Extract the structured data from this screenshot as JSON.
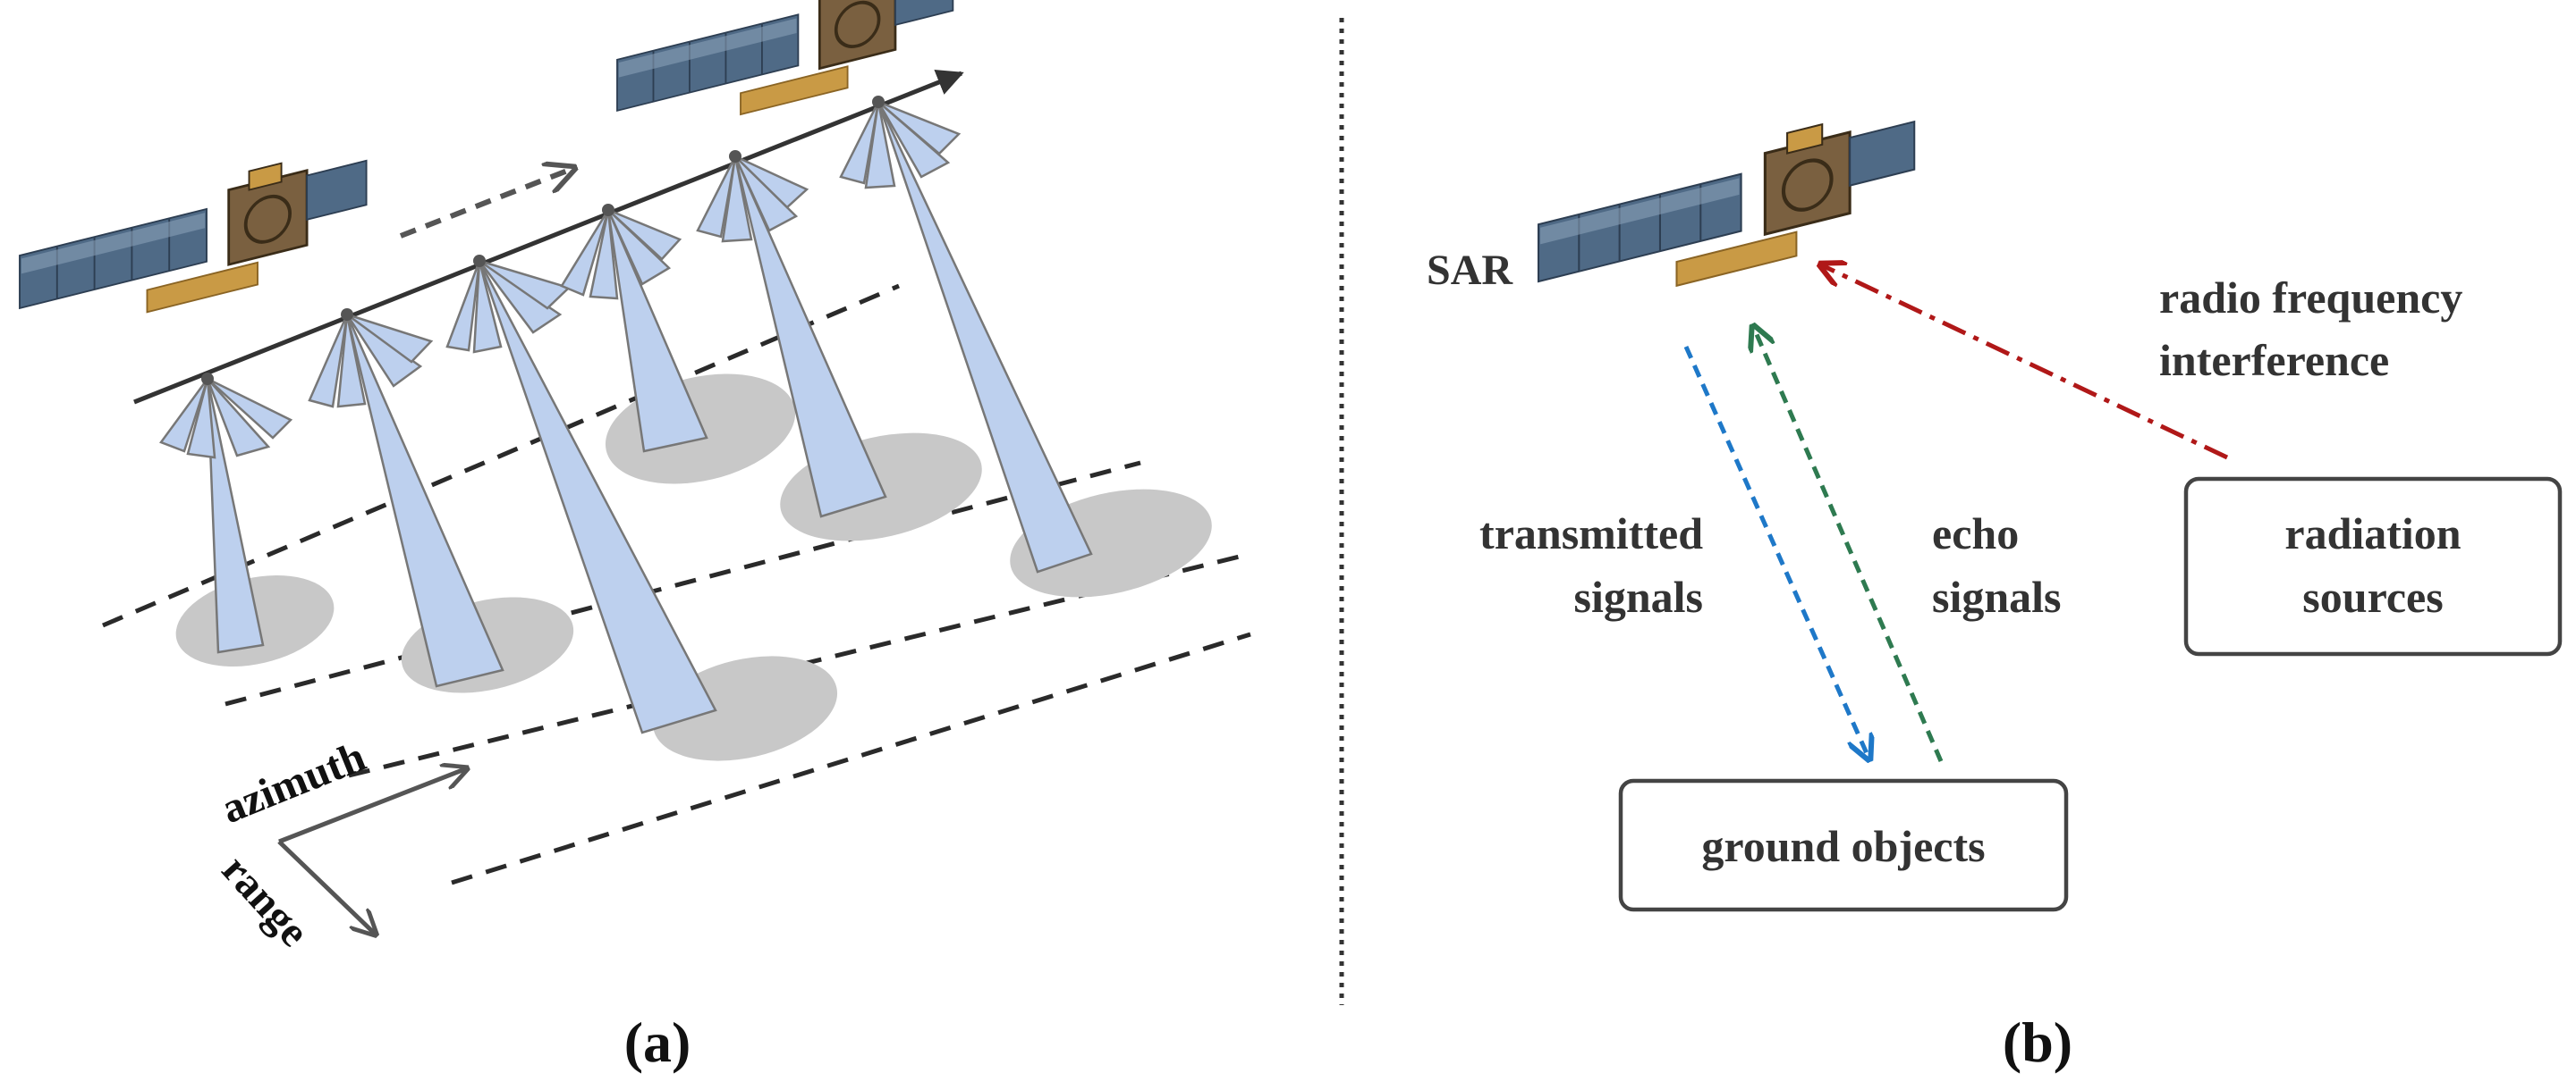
{
  "panel_a": {
    "caption": "(a)",
    "axis_azimuth": "azimuth",
    "axis_range": "range"
  },
  "panel_b": {
    "caption": "(b)",
    "sar_label": "SAR",
    "rfi_label_line1": "radio frequency",
    "rfi_label_line2": "interference",
    "transmitted_line1": "transmitted",
    "transmitted_line2": "signals",
    "echo_line1": "echo",
    "echo_line2": "signals",
    "radiation_line1": "radiation",
    "radiation_line2": "sources",
    "ground_label": "ground objects"
  },
  "colors": {
    "beam_fill": "#bdd0ee",
    "beam_stroke": "#777777",
    "footprint": "#c8c8c8",
    "transmitted_arrow": "#1e78c8",
    "echo_arrow": "#2e7a50",
    "rfi_arrow": "#b01818",
    "panel_solar": "#4f6a86",
    "satellite_body": "#c99a45"
  },
  "icons": {
    "satellite": "satellite-icon"
  }
}
